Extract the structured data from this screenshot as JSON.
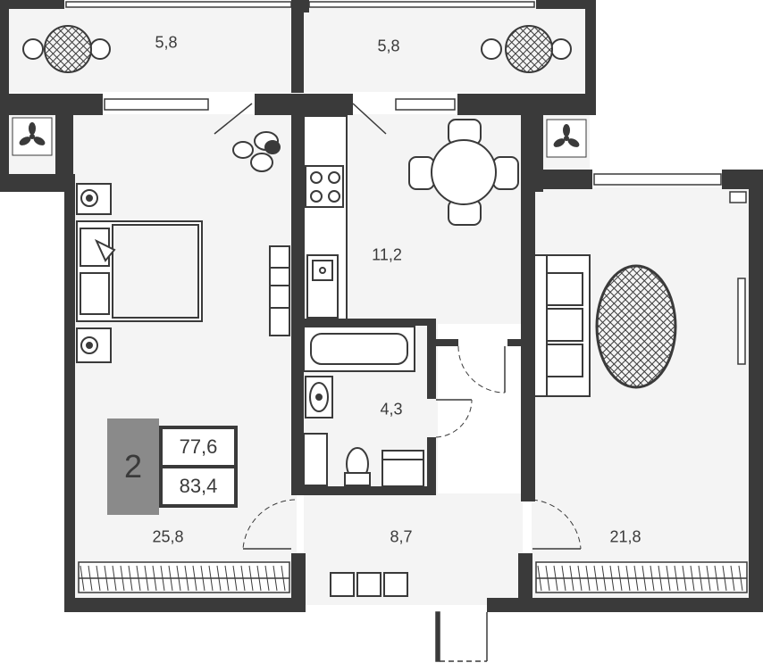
{
  "plan": {
    "rooms_count": "2",
    "area_living": "77,6",
    "area_total": "83,4"
  },
  "rooms": [
    {
      "id": "balcony-left",
      "area": "5,8"
    },
    {
      "id": "balcony-right",
      "area": "5,8"
    },
    {
      "id": "kitchen",
      "area": "11,2"
    },
    {
      "id": "bathroom",
      "area": "4,3"
    },
    {
      "id": "bedroom",
      "area": "25,8"
    },
    {
      "id": "hallway",
      "area": "8,7"
    },
    {
      "id": "living-room",
      "area": "21,8"
    }
  ],
  "colors": {
    "wall": "#3a3a3a",
    "floor": "#f4f4f4",
    "furniture": "#3a3a3a",
    "badge": "#8a8a8a"
  }
}
